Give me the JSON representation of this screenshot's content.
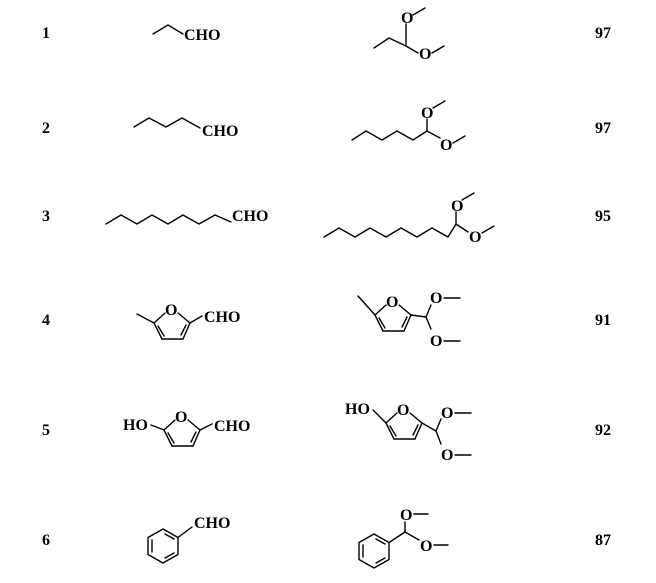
{
  "entries": [
    {
      "number": "1",
      "yield": "97",
      "aldehyde_group": "CHO",
      "acetal_o1": "O",
      "acetal_o2": "O"
    },
    {
      "number": "2",
      "yield": "97",
      "aldehyde_group": "CHO",
      "acetal_o1": "O",
      "acetal_o2": "O"
    },
    {
      "number": "3",
      "yield": "95",
      "aldehyde_group": "CHO",
      "acetal_o1": "O",
      "acetal_o2": "O"
    },
    {
      "number": "4",
      "yield": "91",
      "aldehyde_group": "CHO",
      "ring_o": "O",
      "acetal_o1": "O",
      "acetal_o2": "O"
    },
    {
      "number": "5",
      "yield": "92",
      "aldehyde_group": "CHO",
      "hydroxy": "HO",
      "ring_o": "O",
      "acetal_o1": "O",
      "acetal_o2": "O"
    },
    {
      "number": "6",
      "yield": "87",
      "aldehyde_group": "CHO",
      "acetal_o1": "O",
      "acetal_o2": "O"
    }
  ]
}
